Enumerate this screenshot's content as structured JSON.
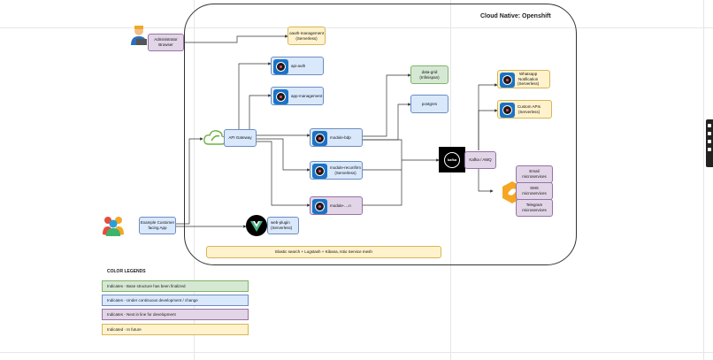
{
  "cluster": {
    "title": "Cloud Native: Openshift"
  },
  "nodes": {
    "admin": "Administrator\nBrowser",
    "oauth": "oauth-management\n(Serverless)",
    "api_auth": "api-auth",
    "app_mgmt": "app-management",
    "gateway": "API Gateway",
    "module_bdp": "module-bdp",
    "module_recon": "module-reconfirm\n(Serverless)",
    "module_n": "module-....n",
    "data_grid": "data-grid\n(Infinispan)",
    "postgres": "postgres",
    "kafka_logo": "kafka",
    "kafka": "Kafka / AMQ",
    "whatsapp": "Whatsapp\nNotification\n(Serverless)",
    "custom_apis": "Custom APIs\n(Serverless)",
    "email": "Email\nmicroservices",
    "sms": "SMS\nmicroservices",
    "telegram": "Telegram\nmicroservices",
    "customer_app": "Example Customer\nfacing App",
    "web_plugin": "web-plugin\n(Serverless)",
    "elastic": "Elastic search + Logstash + Kibana, Istio Service mesh"
  },
  "legend": {
    "title": "COLOR LEGENDS",
    "items": [
      {
        "label": "Indicates - Base structure has been finalized",
        "color": "#d5e8d4",
        "border": "#82b366"
      },
      {
        "label": "Indicates - Under continuous development / change",
        "color": "#dae8fc",
        "border": "#6c8ebf"
      },
      {
        "label": "Indicates - Next in line for development",
        "color": "#e1d5e7",
        "border": "#9673a6"
      },
      {
        "label": "Indicated - In future",
        "color": "#fff2cc",
        "border": "#d6b656"
      }
    ]
  },
  "colors": {
    "stroke": "#333333",
    "vue_green": "#41b883",
    "serverless_orange": "#f5a623",
    "gear_blue": "#1a73c8"
  }
}
